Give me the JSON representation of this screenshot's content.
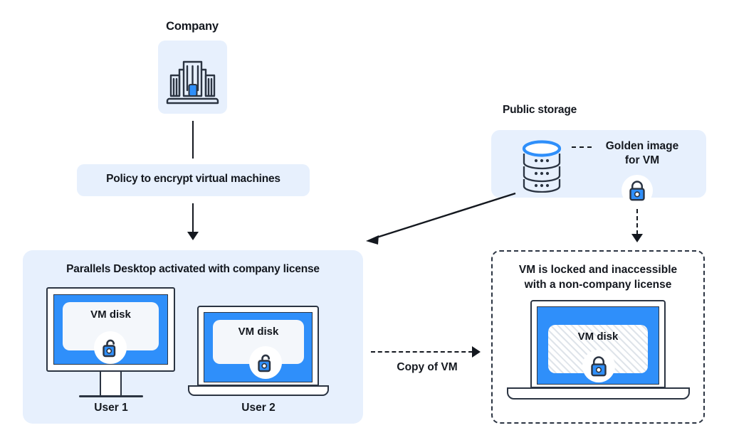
{
  "company": {
    "label": "Company",
    "icon": "company-building-icon"
  },
  "policy": {
    "text": "Policy to encrypt virtual machines"
  },
  "parallels_panel": {
    "title": "Parallels Desktop activated with company license",
    "devices": [
      {
        "device": "desktop-monitor",
        "disk_label": "VM disk",
        "user_label": "User 1",
        "lock_state": "unlocked"
      },
      {
        "device": "laptop",
        "disk_label": "VM disk",
        "user_label": "User 2",
        "lock_state": "unlocked"
      }
    ]
  },
  "public_storage": {
    "label": "Public storage",
    "icon": "database-cylinder-icon",
    "golden_image_text": "Golden image\nfor VM",
    "golden_image_line1": "Golden image",
    "golden_image_line2": "for VM",
    "lock_state": "locked"
  },
  "locked_box": {
    "title_line1": "VM is locked and inaccessible",
    "title_line2": "with a non-company license",
    "disk_label": "VM disk",
    "lock_state": "locked"
  },
  "connectors": {
    "copy_of_vm": "Copy of VM"
  },
  "colors": {
    "panel_bg": "#e7f0fd",
    "screen_blue": "#2f8ffa",
    "outline": "#2b3442",
    "text": "#14181f",
    "lock_blue": "#2f8ffa",
    "card_bg": "#f4f7fb"
  }
}
